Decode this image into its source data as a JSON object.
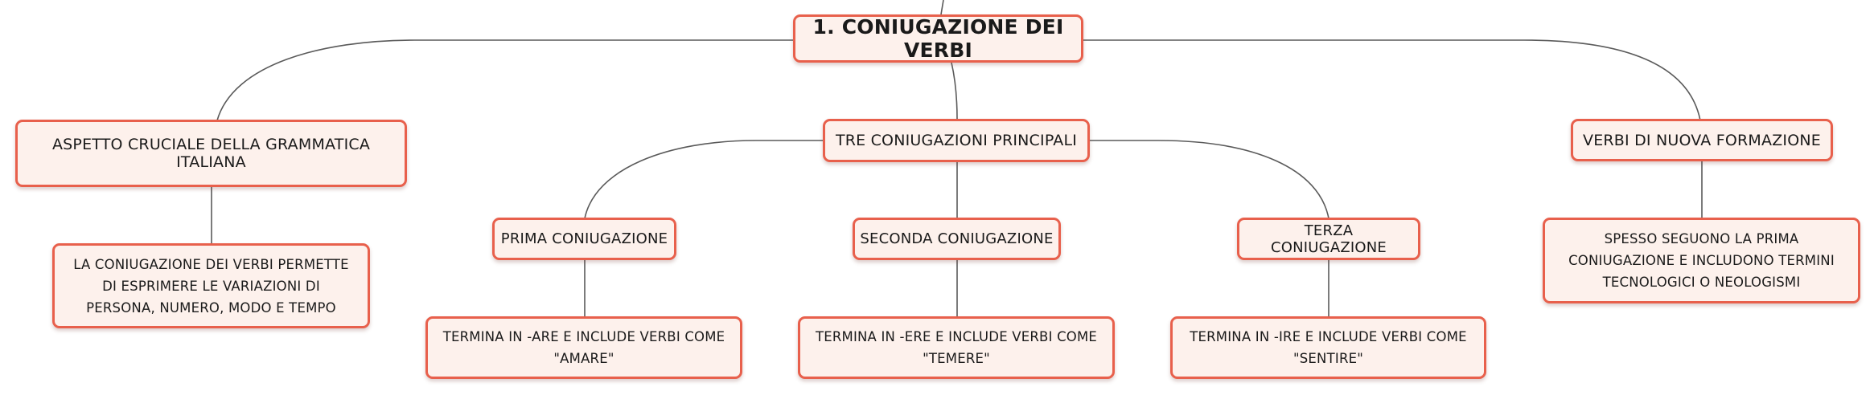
{
  "colors": {
    "node_fill": "#fdf1ec",
    "node_border": "#e8604c",
    "connector": "#5a5a5a",
    "text": "#1a1a1a"
  },
  "map": {
    "root": {
      "label": "1. CONIUGAZIONE DEI VERBI"
    },
    "aspect": {
      "label": "ASPETTO CRUCIALE DELLA GRAMMATICA ITALIANA",
      "detail": "LA CONIUGAZIONE DEI VERBI PERMETTE DI ESPRIMERE LE VARIAZIONI DI PERSONA, NUMERO, MODO E TEMPO"
    },
    "main_conjugations": {
      "label": "TRE CONIUGAZIONI PRINCIPALI",
      "items": [
        {
          "label": "PRIMA CONIUGAZIONE",
          "detail": "TERMINA IN -ARE E INCLUDE VERBI COME \"AMARE\""
        },
        {
          "label": "SECONDA CONIUGAZIONE",
          "detail": "TERMINA IN -ERE E INCLUDE VERBI COME \"TEMERE\""
        },
        {
          "label": "TERZA CONIUGAZIONE",
          "detail": "TERMINA IN -IRE E INCLUDE VERBI COME \"SENTIRE\""
        }
      ]
    },
    "new_verbs": {
      "label": "VERBI DI NUOVA FORMAZIONE",
      "detail": "SPESSO SEGUONO LA PRIMA CONIUGAZIONE E INCLUDONO TERMINI TECNOLOGICI O NEOLOGISMI"
    }
  }
}
